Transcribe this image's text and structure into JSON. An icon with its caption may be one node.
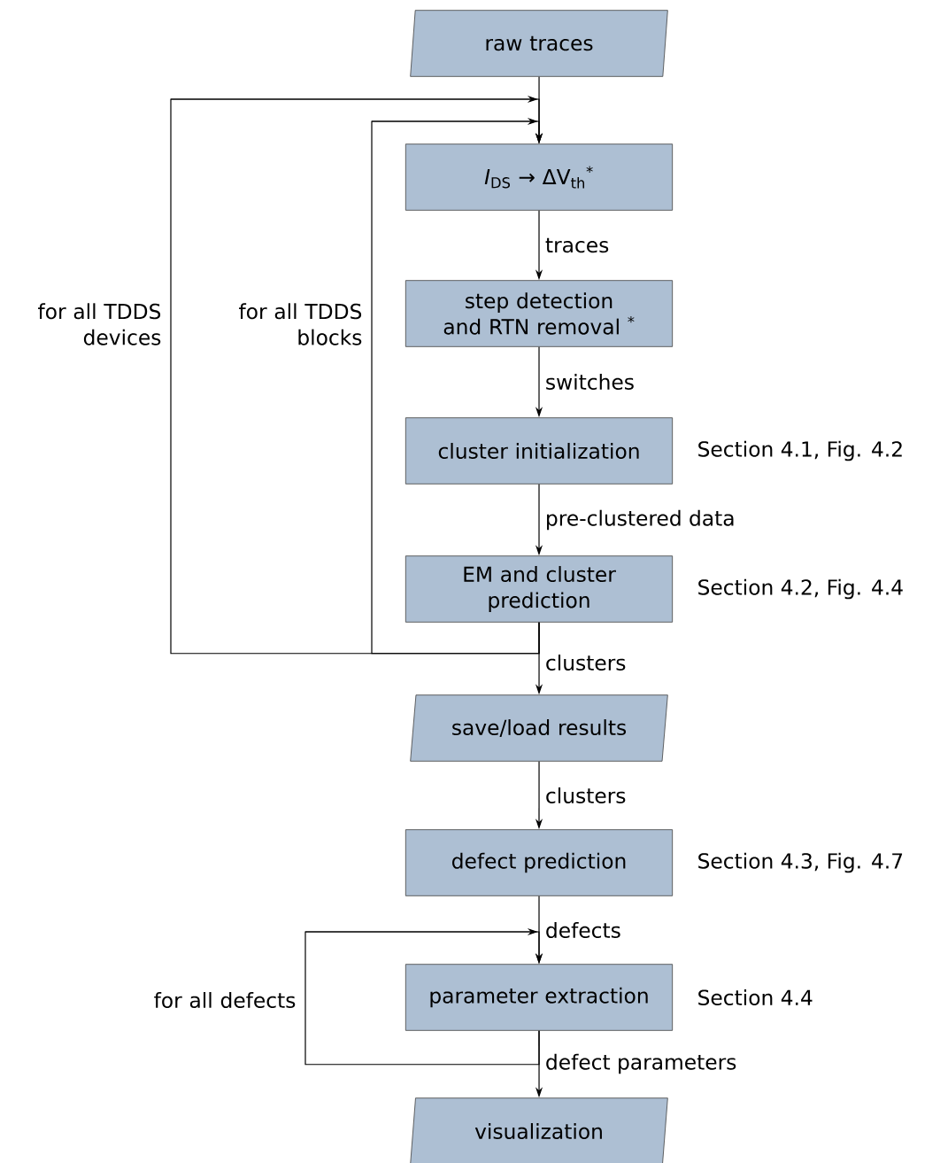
{
  "diagram": {
    "nodes": [
      {
        "text": [
          "raw traces"
        ]
      },
      {
        "text": [
          "*I*$_{DS}$ → ΔV$_{th}$$^{*}$"
        ]
      },
      {
        "text": [
          "step detection and RTN removal $^{*}$"
        ]
      },
      {
        "text": [
          "cluster initialization"
        ],
        "beside": [
          "Section 4.1, Fig. 4.2"
        ]
      },
      {
        "text": [
          "EM and cluster prediction"
        ],
        "beside": [
          "Section 4.2, Fig. 4.4"
        ]
      },
      {
        "text": [
          "save/load results"
        ]
      },
      {
        "text": [
          "defect prediction"
        ],
        "beside": [
          "Section 4.3, Fig. 4.7"
        ]
      },
      {
        "text": [
          "parameter extraction"
        ],
        "beside": [
          "Section 4.4"
        ]
      },
      {
        "text": [
          "visualization"
        ]
      }
    ],
    "edges": [
      {
        "from": 0,
        "to": 1,
        "arrow": "to"
      },
      {
        "from": 1,
        "to": 2,
        "arrow": "to",
        "label": "traces"
      },
      {
        "from": 2,
        "to": 3,
        "arrow": "to",
        "label": "switches"
      },
      {
        "from": 3,
        "to": 4,
        "arrow": "to",
        "label": "pre-clustered data"
      },
      {
        "from": 4,
        "to": 5,
        "arrow": "to",
        "label": "clusters"
      },
      {
        "from": 4,
        "to": 1,
        "arrow": "to",
        "label": "for all TDDS devices"
      },
      {
        "from": 4,
        "to": 1,
        "arrow": "to",
        "label": "for all TDDS blocks"
      },
      {
        "from": 5,
        "to": 6,
        "arrow": "to",
        "label": "clusters"
      },
      {
        "from": 6,
        "to": 7,
        "arrow": "to",
        "label": "defects"
      },
      {
        "from": 7,
        "to": 8,
        "arrow": "to",
        "label": "defect parameters"
      },
      {
        "from": 7,
        "to": 7,
        "arrow": "to",
        "label": "for all defects"
      }
    ]
  }
}
